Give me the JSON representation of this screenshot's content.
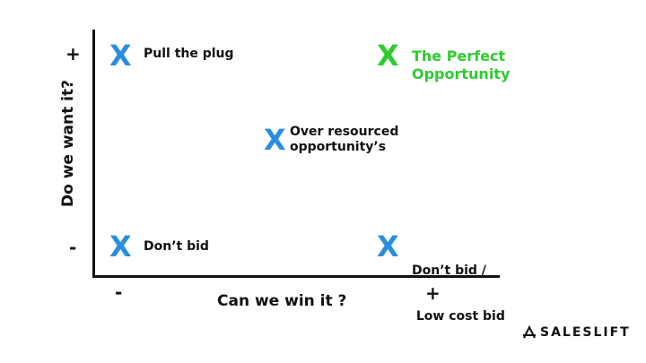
{
  "colors": {
    "axis": "#111111",
    "marker_default": "#2a8ee0",
    "marker_highlight": "#2ecc2e",
    "highlight_text": "#2ecc2e"
  },
  "axes": {
    "x_title": "Can we win it ?",
    "y_title": "Do we want it?",
    "x_min_label": "-",
    "x_max_label": "+",
    "y_min_label": "-",
    "y_max_label": "+"
  },
  "points": [
    {
      "marker": "X",
      "lines": [
        "Pull the plug"
      ],
      "highlight": false
    },
    {
      "marker": "X",
      "lines": [
        "The Perfect",
        "Opportunity"
      ],
      "highlight": true
    },
    {
      "marker": "X",
      "lines": [
        "Over resourced",
        "opportunity’s"
      ],
      "highlight": false
    },
    {
      "marker": "X",
      "lines": [
        "Don’t bid"
      ],
      "highlight": false
    },
    {
      "marker": "X",
      "lines": [
        "Don’t bid /",
        " Low cost bid"
      ],
      "highlight": false
    }
  ],
  "brand": {
    "name": "SALESLIFT",
    "icon": "saleslift-logo-icon"
  }
}
